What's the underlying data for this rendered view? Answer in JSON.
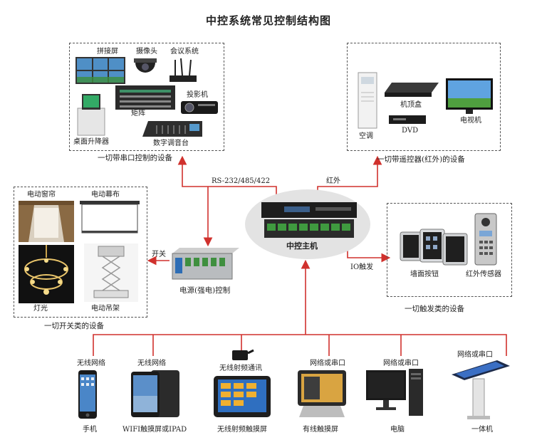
{
  "title": "中控系统常见控制结构图",
  "serial_group": {
    "caption": "一切带串口控制的设备",
    "items": [
      "拼接屏",
      "摄像头",
      "会议系统",
      "矩阵",
      "投影机",
      "桌面升降器",
      "数字调音台"
    ]
  },
  "ir_group": {
    "caption": "一切带遥控器(红外)的设备",
    "items": [
      "空调",
      "机顶盒",
      "DVD",
      "电视机"
    ]
  },
  "switch_group": {
    "caption": "一切开关类的设备",
    "items": [
      "电动窗帘",
      "电动幕布",
      "灯光",
      "电动吊架"
    ]
  },
  "trigger_group": {
    "caption": "一切触发类的设备",
    "items": [
      "墙面按钮",
      "红外传感器"
    ]
  },
  "controller": {
    "label": "中控主机"
  },
  "power": {
    "label": "电源(强电)控制"
  },
  "links": {
    "serial": "RS-232/485/422",
    "ir": "红外",
    "switch": "开关",
    "io": "IO触发"
  },
  "terminals": [
    {
      "top": "无线网络",
      "bottom": "手机"
    },
    {
      "top": "无线网络",
      "bottom": "WIFI触摸屏或IPAD"
    },
    {
      "top": "无线射频通讯",
      "bottom": "无线射频触摸屏"
    },
    {
      "top": "网络或串口",
      "bottom": "有线触摸屏"
    },
    {
      "top": "网络或串口",
      "bottom": "电脑"
    },
    {
      "top": "网络或串口",
      "bottom": "一体机"
    }
  ],
  "colors": {
    "line": "#d0312d",
    "ellipse": "#e3e3e3"
  }
}
